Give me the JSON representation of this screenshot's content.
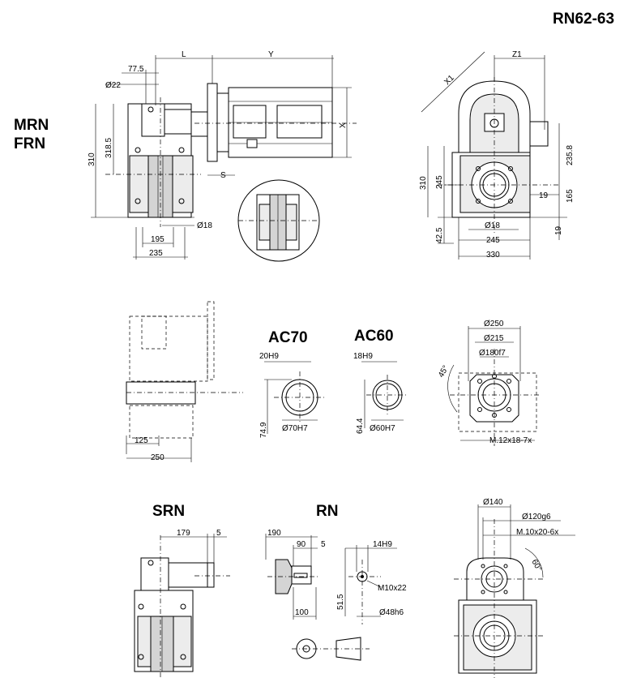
{
  "page": {
    "code": "RN62-63"
  },
  "sections": {
    "mrn_label": "MRN",
    "frn_label": "FRN",
    "ac70_label": "AC70",
    "ac60_label": "AC60",
    "srn_label": "SRN",
    "rn_label": "RN"
  },
  "dims_top": {
    "L": "L",
    "Y": "Y",
    "X": "X",
    "S": "S",
    "d77_5": "77.5",
    "d22": "Ø22",
    "d318_5": "318.5",
    "d310_left": "310",
    "d18_left": "Ø18",
    "d195": "195",
    "d235": "235",
    "Z1": "Z1",
    "X1": "X1",
    "d235_8": "235.8",
    "d310_right": "310",
    "d245_v": "245",
    "d19_h": "19",
    "d165": "165",
    "d18_right": "Ø18",
    "d42_5": "42.5",
    "d245_h": "245",
    "d19_v": "19",
    "d330": "330"
  },
  "dims_mid": {
    "d125": "125",
    "d250": "250",
    "ac70_key": "20H9",
    "ac70_h": "74.9",
    "ac70_bore": "Ø70H7",
    "ac60_key": "18H9",
    "ac60_h": "64.4",
    "ac60_bore": "Ø60H7",
    "d250_circ": "Ø250",
    "d215": "Ø215",
    "d180f7": "Ø180f7",
    "a45": "45°",
    "thread": "M.12x18-7x"
  },
  "dims_bot": {
    "d179": "179",
    "d5a": "5",
    "d190": "190",
    "d90": "90",
    "d5b": "5",
    "d100": "100",
    "key14": "14H9",
    "m10": "M10x22",
    "d51_5": "51.5",
    "d48": "Ø48h6",
    "d140": "Ø140",
    "d120g6": "Ø120g6",
    "m10x20": "M.10x20-6x",
    "a60": "60°"
  }
}
